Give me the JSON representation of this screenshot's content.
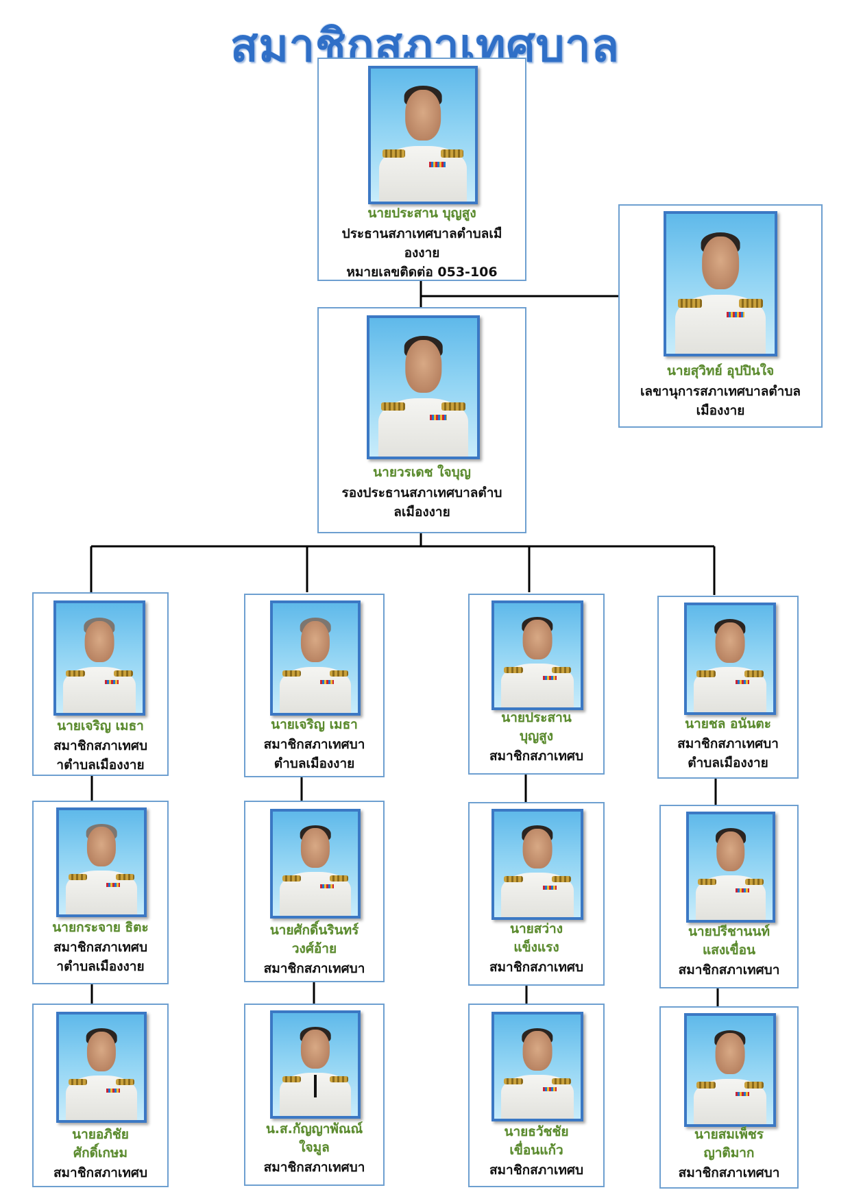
{
  "title": "สมาชิกสภาเทศบาล",
  "colors": {
    "title": "#2f6fc7",
    "name": "#5a8a2e",
    "border": "#6d9fd0",
    "photo_border": "#3b78c4"
  },
  "president": {
    "name": "นายประสาน บุญสูง",
    "role_line1": "ประธานสภาเทศบาลตำบลเมื",
    "role_line2": "องงาย",
    "role_line3": "หมายเลขติดต่อ 053-106"
  },
  "secretary": {
    "name": "นายสุวิทย์ อุปปินใจ",
    "role_line1": "เลขานุการสภาเทศบาลตำบล",
    "role_line2": "เมืองงาย"
  },
  "vice_president": {
    "name": "นายวรเดช ใจบุญ",
    "role_line1": "รองประธานสภาเทศบาลตำบ",
    "role_line2": "ลเมืองงาย"
  },
  "members": [
    {
      "name_line1": "นายเจริญ เมธา",
      "name_line2": "",
      "role_line1": "สมาชิกสภาเทศบ",
      "role_line2": "าตำบลเมืองงาย"
    },
    {
      "name_line1": "นายเจริญ เมธา",
      "name_line2": "",
      "role_line1": "สมาชิกสภาเทศบา",
      "role_line2": "ตำบลเมืองงาย"
    },
    {
      "name_line1": "นายประสาน",
      "name_line2": "บุญสูง",
      "role_line1": "สมาชิกสภาเทศบ",
      "role_line2": ""
    },
    {
      "name_line1": "นายชล อนันตะ",
      "name_line2": "",
      "role_line1": "สมาชิกสภาเทศบา",
      "role_line2": "ตำบลเมืองงาย"
    },
    {
      "name_line1": "นายกระจาย ธิตะ",
      "name_line2": "",
      "role_line1": "สมาชิกสภาเทศบ",
      "role_line2": "าตำบลเมืองงาย"
    },
    {
      "name_line1": "นายศักดิ์นรินทร์",
      "name_line2": "วงศ์อ้าย",
      "role_line1": "สมาชิกสภาเทศบา",
      "role_line2": ""
    },
    {
      "name_line1": "นายสว่าง",
      "name_line2": "แข็งแรง",
      "role_line1": "สมาชิกสภาเทศบ",
      "role_line2": ""
    },
    {
      "name_line1": "นายปรีชานนท์",
      "name_line2": "แสงเขื่อน",
      "role_line1": "สมาชิกสภาเทศบา",
      "role_line2": ""
    },
    {
      "name_line1": "นายอภิชัย",
      "name_line2": "ศักดิ์เกษม",
      "role_line1": "สมาชิกสภาเทศบ",
      "role_line2": ""
    },
    {
      "name_line1": "น.ส.กัญญาพัณณ์",
      "name_line2": "ใจมูล",
      "role_line1": "สมาชิกสภาเทศบา",
      "role_line2": ""
    },
    {
      "name_line1": "นายธวัชชัย",
      "name_line2": "เขื่อนแก้ว",
      "role_line1": "สมาชิกสภาเทศบ",
      "role_line2": ""
    },
    {
      "name_line1": "นายสมเพ็ชร",
      "name_line2": "ญาติมาก",
      "role_line1": "สมาชิกสภาเทศบา",
      "role_line2": ""
    }
  ]
}
